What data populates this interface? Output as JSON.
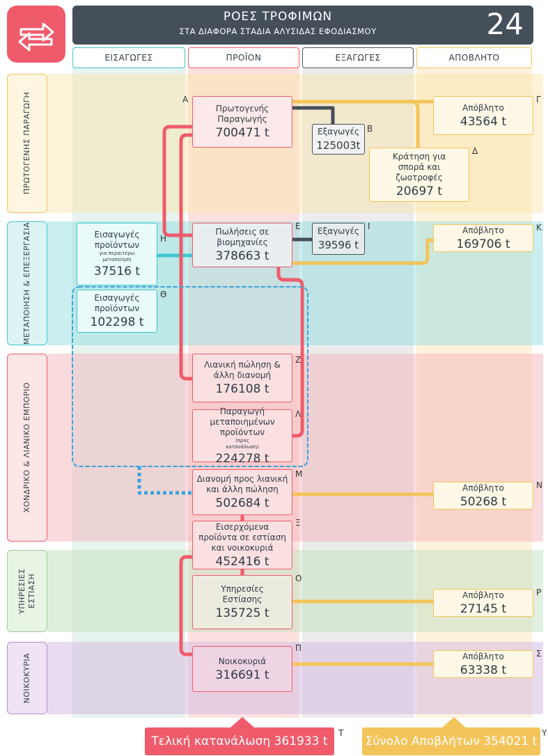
{
  "header": {
    "title": "ΡΟΕΣ ΤΡΟΦΙΜΩΝ",
    "subtitle": "ΣΤΑ ΔΙΑΦΟΡΑ ΣΤΑΔΙΑ ΑΛΥΣΙΔΑΣ ΕΦΟΔΙΑΣΜΟΥ",
    "page_number": "24"
  },
  "columns": {
    "imports": "ΕΙΣΑΓΩΓΕΣ",
    "product": "ΠΡΟΪΟΝ",
    "exports": "ΕΞΑΓΩΓΕΣ",
    "waste": "ΑΠΟΒΛΗΤΟ"
  },
  "stages": {
    "primary": "ΠΡΩΤΟΓΕΝΗΣ ΠΑΡΑΓΩΓΗ",
    "processing": "ΜΕΤΑΠΟΙΗΣΗ & ΕΠΕΞΕΡΓΑΣΙΑ",
    "retail": "ΧΟΝΔΡΙΚΟ & ΛΙΑΝΙΚΟ ΕΜΠΟΡΙΟ",
    "catering": "ΥΠΗΡΕΣΙΕΣ ΕΣΤΙΑΣΗ",
    "household": "ΝΟΙΚΟΚΥΡΙΑ"
  },
  "nodes": {
    "A": {
      "tag": "Α",
      "label1": "Πρωτογενής",
      "label2": "Παραγωγής",
      "value": "700471 t"
    },
    "B": {
      "tag": "Β",
      "label1": "Εξαγωγές",
      "value": "125003t"
    },
    "G": {
      "tag": "Γ",
      "label1": "Απόβλητο",
      "value": "43564 t"
    },
    "D": {
      "tag": "Δ",
      "label1": "Κράτηση για",
      "label2": "σπορά και",
      "label3": "ζωοτροφές",
      "value": "20697 t"
    },
    "E": {
      "tag": "Ε",
      "label1": "Πωλήσεις σε",
      "label2": "βιομηχανίες",
      "value": "378663 t"
    },
    "I": {
      "tag": "Ι",
      "label1": "Εξαγωγές",
      "value": "39596 t"
    },
    "K": {
      "tag": "Κ",
      "label1": "Απόβλητο",
      "value": "169706 t"
    },
    "H": {
      "tag": "Η",
      "label1": "Εισαγωγές",
      "label2": "προϊόντων",
      "small1": "για περαιτέρω",
      "small2": "μεταποίηση",
      "value": "37516 t"
    },
    "TH": {
      "tag": "Θ",
      "label1": "Εισαγωγές",
      "label2": "προϊόντων",
      "value": "102298 t"
    },
    "Z": {
      "tag": "Ζ",
      "label1": "Λιανική πώληση &",
      "label2": "άλλη διανομή",
      "value": "176108 t"
    },
    "L": {
      "tag": "Λ",
      "label1": "Παραγωγή",
      "label2": "μεταποιημένων",
      "label3": "προϊόντων",
      "small1": "(προς",
      "small2": "κατανάλωση)",
      "value": "224278 t"
    },
    "M": {
      "tag": "Μ",
      "label1": "Διανομή προς λιανική",
      "label2": "και άλλη πώληση",
      "value": "502684 t"
    },
    "N": {
      "tag": "Ν",
      "label1": "Απόβλητο",
      "value": "50268 t"
    },
    "X": {
      "tag": "Ξ",
      "label1": "Εισερχόμενα",
      "label2": "προϊόντα σε εστίαση",
      "label3": "και νοικοκυριά",
      "value": "452416 t"
    },
    "O": {
      "tag": "Ο",
      "label1": "Υπηρεσίες",
      "label2": "Εστίασης",
      "value": "135725 t"
    },
    "P": {
      "tag": "Ρ",
      "label1": "Απόβλητο",
      "value": "27145 t"
    },
    "PI": {
      "tag": "Π",
      "label1": "Νοικοκυριά",
      "value": "316691 t"
    },
    "S": {
      "tag": "Σ",
      "label1": "Απόβλητο",
      "value": "63338 t"
    }
  },
  "footer": {
    "consumption": "Τελική κατανάλωση 361933 t",
    "consumption_tag": "Τ",
    "waste_total": "Σύνολο Αποβλήτων 354021 t",
    "waste_tag": "Υ"
  },
  "colors": {
    "red": "#ef5b6b",
    "yellow": "#f3c45a",
    "cyan": "#3cc7cf",
    "dark": "#454f5a",
    "blue_dash": "#3aa3dc"
  }
}
